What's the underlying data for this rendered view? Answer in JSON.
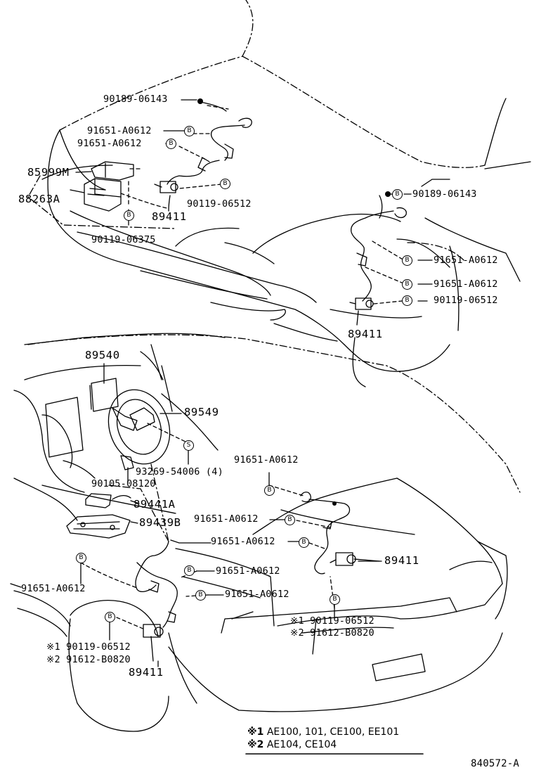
{
  "labels": {
    "p_90189_top": "90189-06143",
    "p_91651_a": "91651-A0612",
    "p_91651_b": "91651-A0612",
    "p_85999M": "85999M",
    "p_88263A": "88263A",
    "p_90119_06512_front": "90119-06512",
    "p_89411_fl": "89411",
    "p_90119_06375": "90119-06375",
    "p_90189_right": "90189-06143",
    "p_91651_fr1": "91651-A0612",
    "p_91651_fr2": "91651-A0612",
    "p_90119_fr": "90119-06512",
    "p_89411_fr": "89411",
    "p_89540": "89540",
    "p_89549": "89549",
    "p_93269": "93269-54006 (4)",
    "p_90105": "90105-08120",
    "p_89441A": "89441A",
    "p_89439B": "89439B",
    "p_91651_r_top": "91651-A0612",
    "p_91651_r_mid": "91651-A0612",
    "p_91651_r_mid2": "91651-A0612",
    "p_89411_rr": "89411",
    "p_91651_rl_left": "91651-A0612",
    "p_91651_rl1": "91651-A0612",
    "p_91651_rl2": "91651-A0612",
    "p_rr_note1": "※1 90119-06512",
    "p_rr_note2": "※2 91612-B0820",
    "p_rl_note1": "※1 90119-06512",
    "p_rl_note2": "※2 91612-B0820",
    "p_89411_rl": "89411"
  },
  "callouts": {
    "bolt": "B",
    "screw": "S"
  },
  "legend": {
    "line1_mark": "※1",
    "line1_text": "AE100, 101, CE100, EE101",
    "line2_mark": "※2",
    "line2_text": "AE104, CE104"
  },
  "figure_id": "840572-A"
}
